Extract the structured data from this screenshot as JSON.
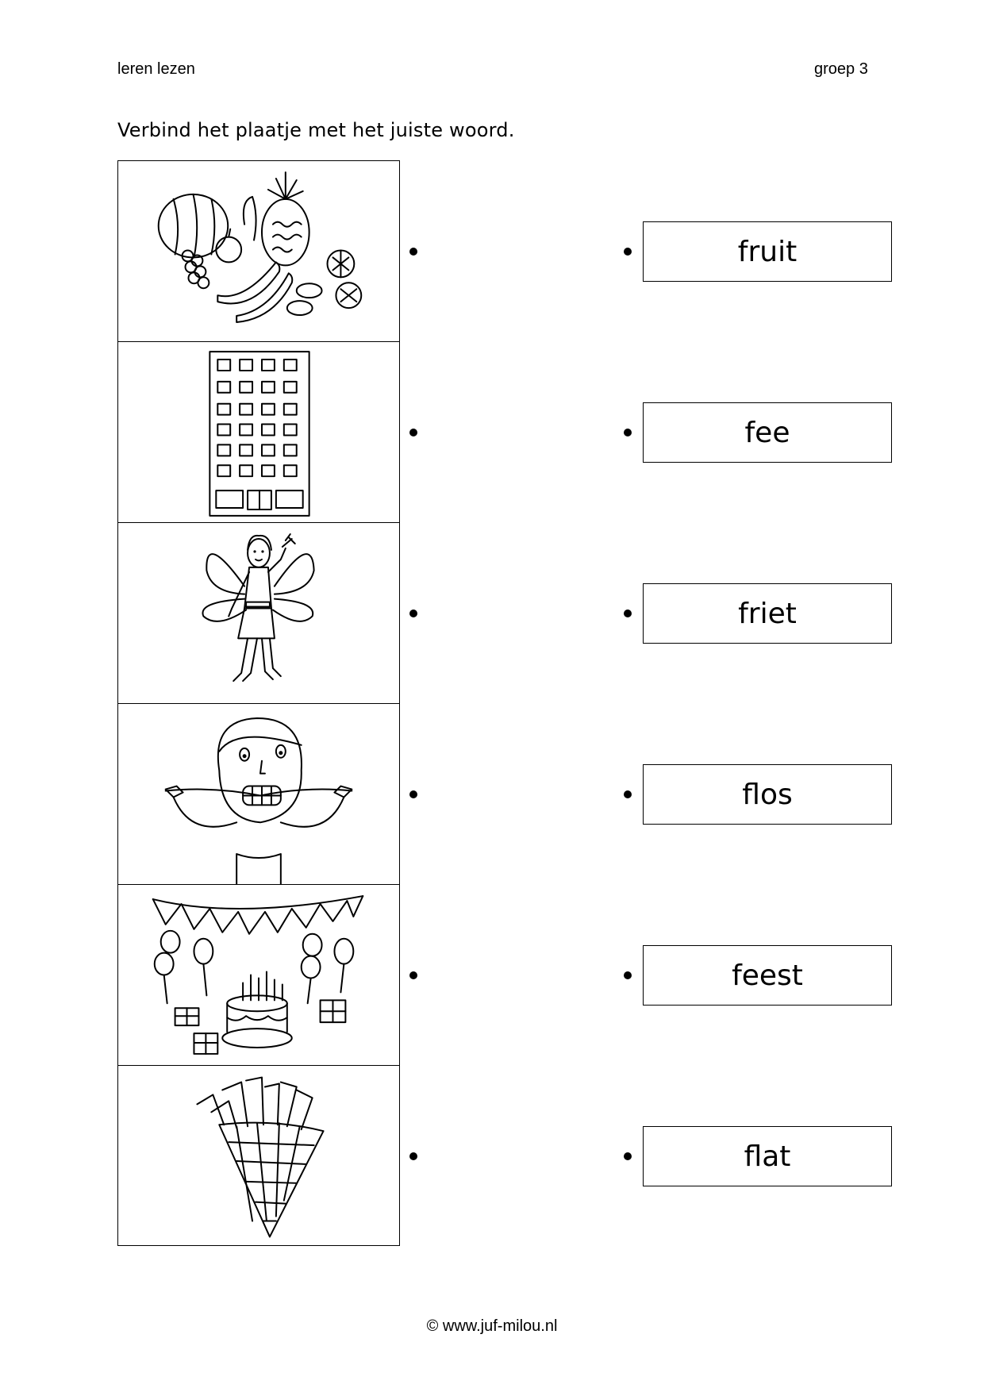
{
  "header": {
    "left": "leren lezen",
    "right": "groep 3"
  },
  "instruction": "Verbind het plaatje met het juiste woord.",
  "pictures": [
    {
      "icon": "fruit-basket-icon"
    },
    {
      "icon": "apartment-building-icon"
    },
    {
      "icon": "fairy-icon"
    },
    {
      "icon": "flossing-boy-icon"
    },
    {
      "icon": "party-cake-icon"
    },
    {
      "icon": "fries-cone-icon"
    }
  ],
  "words": [
    "fruit",
    "fee",
    "friet",
    "flos",
    "feest",
    "flat"
  ],
  "footer": "© www.juf-milou.nl"
}
